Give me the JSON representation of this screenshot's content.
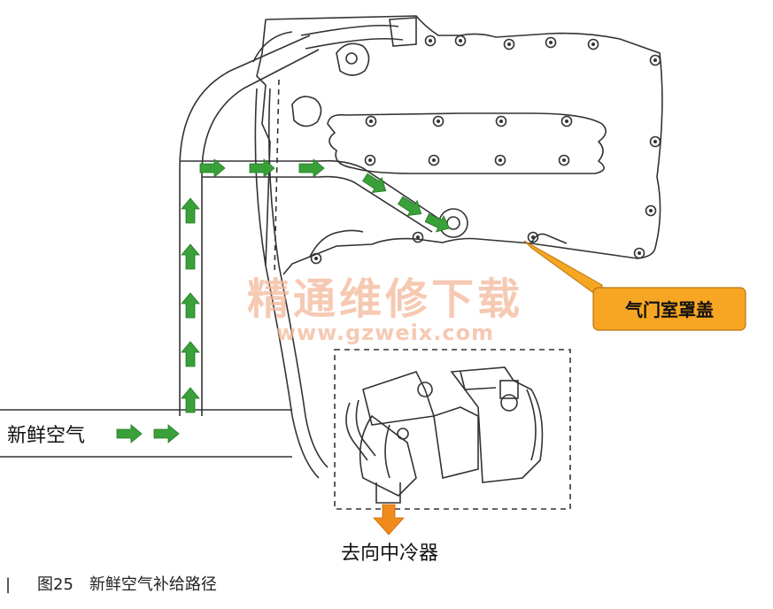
{
  "labels": {
    "fresh_air": "新鲜空气",
    "valve_cover": "气门室罩盖",
    "to_intercooler": "去向中冷器"
  },
  "caption": {
    "marker": "|",
    "text": "图25　新鲜空气补给路径"
  },
  "watermark": {
    "cn": "精通维修下载",
    "url": "www.gzweix.com"
  },
  "colors": {
    "flow_arrow": "#3aa03a",
    "flow_arrow_dark": "#1f7a1f",
    "callout_fill": "#f6a623",
    "outlet_arrow": "#f08a1c",
    "line": "#333333"
  },
  "icons": {
    "flow_arrow": "green-arrow-icon",
    "outlet_arrow": "orange-down-arrow-icon"
  }
}
